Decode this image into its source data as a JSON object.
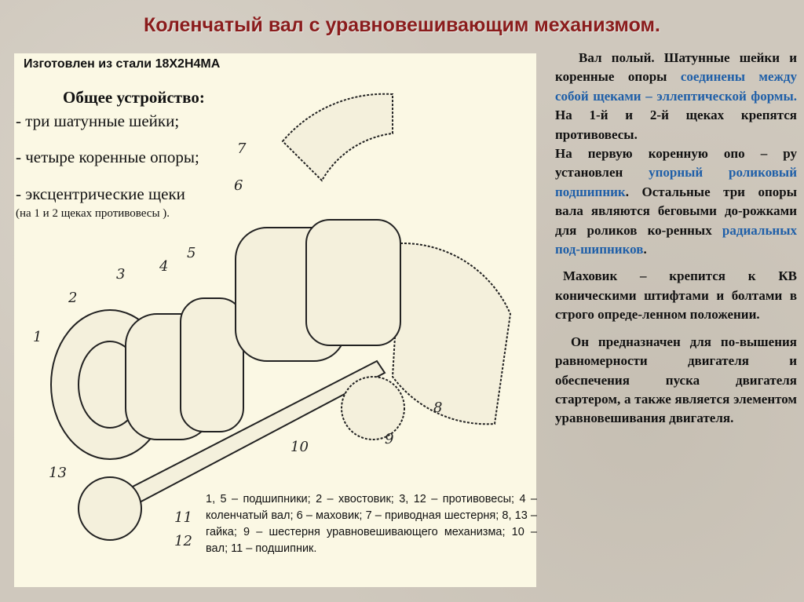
{
  "title": "Коленчатый вал с уравновешивающим механизмом.",
  "material": "Изготовлен из стали 18Х2Н4МА",
  "general": {
    "title": "Общее   устройство:",
    "items": [
      "- три шатунные шейки;",
      "- четыре коренные опоры;",
      "- эксцентрические щеки"
    ],
    "note": "(на 1 и 2  щеках противовесы )."
  },
  "diagram_labels": [
    "1",
    "2",
    "3",
    "4",
    "5",
    "6",
    "7",
    "8",
    "9",
    "10",
    "11",
    "12",
    "13"
  ],
  "legend": "1, 5 – подшипники; 2 – хвостовик; 3, 12 – противовесы; 4 – коленчатый вал; 6 – маховик;  7 – приводная шестерня; 8, 13 – гайка; 9 – шестерня уравновешивающего механизма; 10 – вал; 11 – подшипник.",
  "right": {
    "p1": {
      "a": "Вал полый. Шатунные шейки  и коренные опоры ",
      "b": "соединены между собой щеками – эллептической формы.",
      "c": " На 1-й и 2-й щеках крепятся противовесы."
    },
    "p2": {
      "a": "На первую коренную опо – ру установлен ",
      "b": "упорный роликовый подшипник",
      "c": ". Остальные три опоры вала являются беговыми до-рожками для роликов ко-ренных ",
      "d": "радиальных под-шипников",
      "e": "."
    },
    "p3": "Маховик – крепится к КВ коническими штифтами и болтами в строго опреде-ленном положении.",
    "p4": "Он предназначен для по-вышения равномерности двигателя и обеспечения пуска двигателя стартером, а также является элементом уравновешивания двигателя."
  },
  "colors": {
    "title": "#8a1c1c",
    "accent": "#1f5fa8",
    "panel": "#fbf8e4"
  }
}
